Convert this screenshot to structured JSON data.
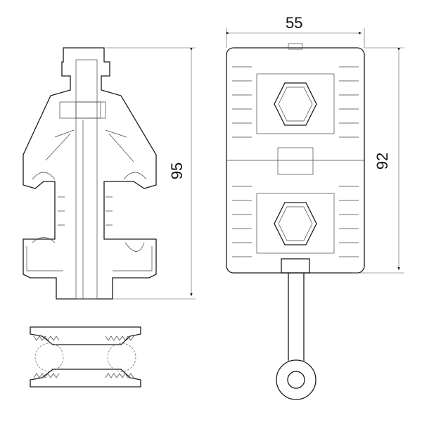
{
  "dimensions": {
    "height_side_view": "95",
    "width_front_view": "55",
    "height_front_view": "92"
  }
}
